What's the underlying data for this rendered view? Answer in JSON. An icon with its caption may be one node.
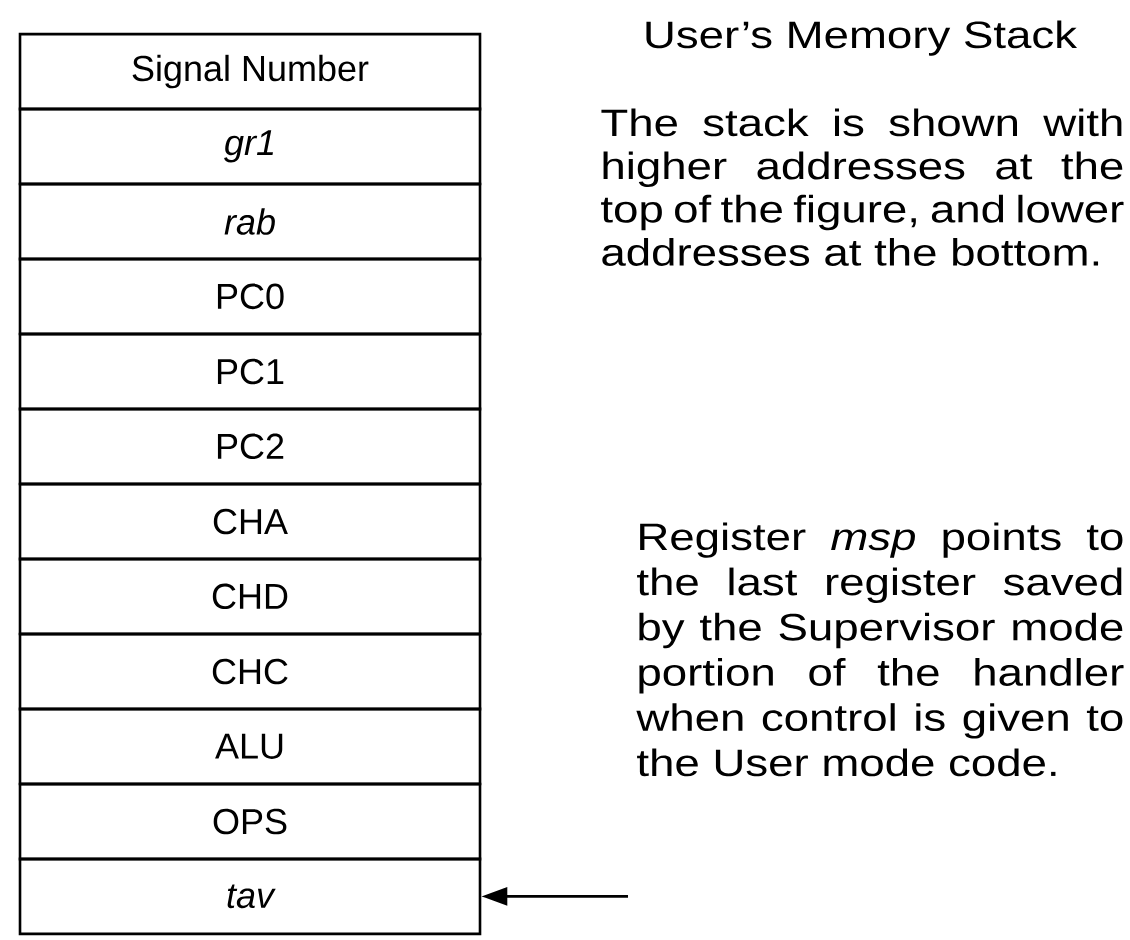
{
  "diagram": {
    "title": "User’s Memory Stack",
    "nodes": [
      {
        "text": [
          "Signal Number"
        ]
      },
      {
        "text": [
          "gr1"
        ]
      },
      {
        "text": [
          "rab"
        ]
      },
      {
        "text": [
          "PC0"
        ]
      },
      {
        "text": [
          "PC1"
        ]
      },
      {
        "text": [
          "PC2"
        ]
      },
      {
        "text": [
          "CHA"
        ]
      },
      {
        "text": [
          "CHD"
        ]
      },
      {
        "text": [
          "CHC"
        ]
      },
      {
        "text": [
          "ALU"
        ]
      },
      {
        "text": [
          "OPS"
        ]
      },
      {
        "text": [
          "tav"
        ]
      },
      {
        "text": [
          "Register *msp* points to the last register saved by the Supervisor mode portion of the handler when control is given to the User mode code."
        ]
      }
    ],
    "edges": [
      {
        "from": 12,
        "to": 11,
        "arrow": "to"
      }
    ],
    "labels": [
      "The stack is shown with higher addresses at the top of the figure, and lower addresses at the bottom."
    ]
  }
}
